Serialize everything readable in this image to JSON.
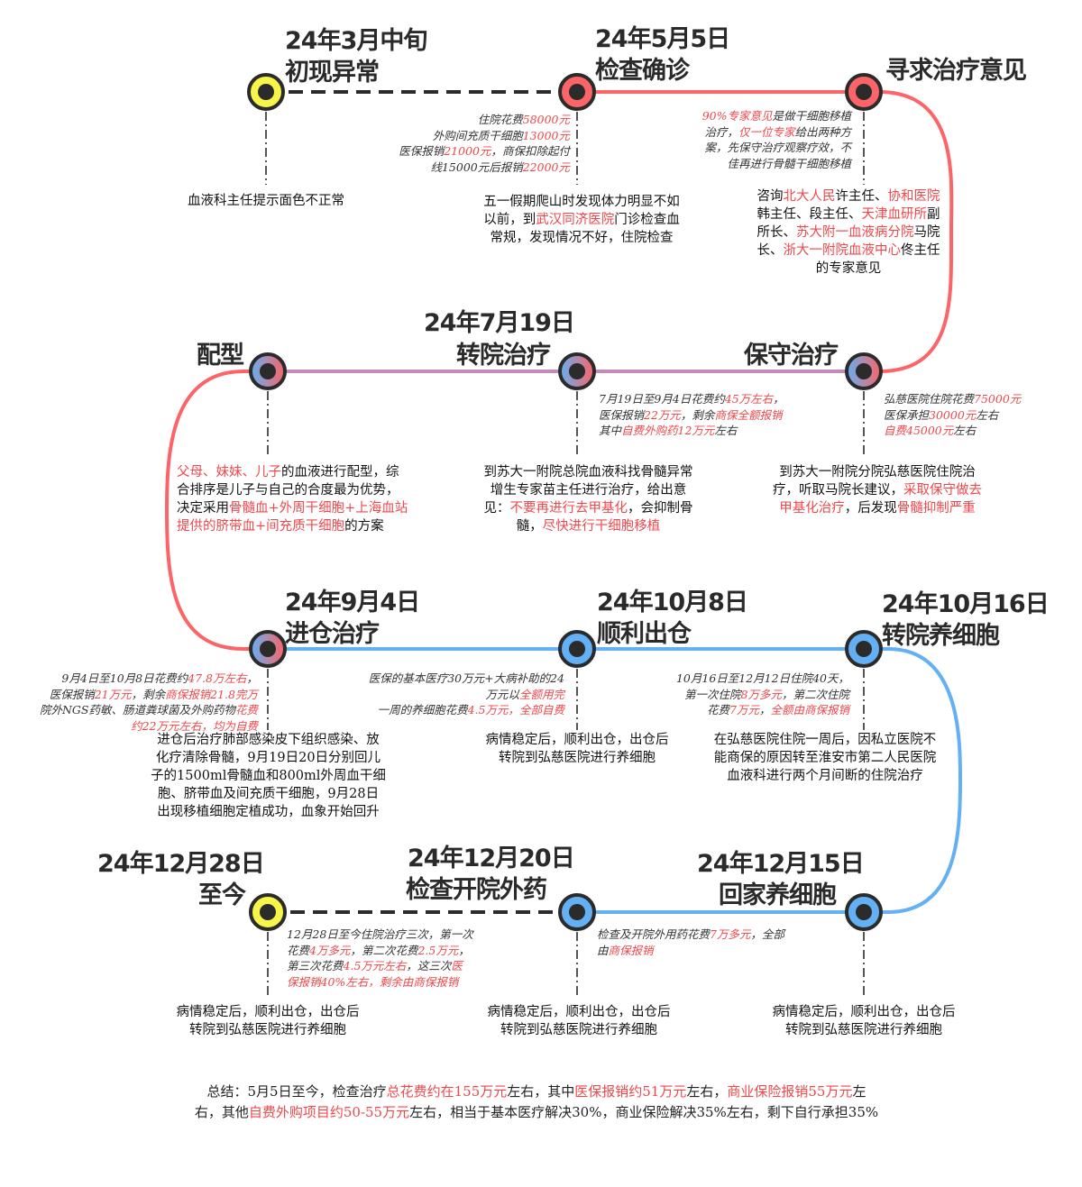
{
  "colors": {
    "red": "#fc6468",
    "blue": "#63b0f4",
    "mauve": "#c48ab8",
    "yellow": "#f7f44a",
    "dark": "#2b2b2b",
    "highlight": "#f0474b"
  },
  "milestones": [
    {
      "date": "24年3月中旬",
      "label": "初现异常",
      "node": "yellow",
      "note": [],
      "body": [
        {
          "t": "血液科主任提示面色不正常"
        }
      ]
    },
    {
      "date": "24年5月5日",
      "label": "检查确诊",
      "node": "red",
      "note": [
        {
          "t": "住院花费"
        },
        {
          "t": "58000元",
          "hl": 1
        },
        {
          "t": "\n外购间充质干细胞"
        },
        {
          "t": "13000元",
          "hl": 1
        },
        {
          "t": "\n医保报销"
        },
        {
          "t": "21000元",
          "hl": 1
        },
        {
          "t": "，商保扣除起付\n线15000元后报销"
        },
        {
          "t": "22000元",
          "hl": 1
        }
      ],
      "body": [
        {
          "t": "五一假期爬山时发现体力明显不如\n以前，到"
        },
        {
          "t": "武汉同济医院",
          "hl": 1
        },
        {
          "t": "门诊检查血\n常规，发现情况不好，住院检查"
        }
      ]
    },
    {
      "date": "",
      "label": "寻求治疗意见",
      "node": "red",
      "note": [
        {
          "t": "90%专家意见",
          "hl": 1
        },
        {
          "t": "是做干细胞移植\n治疗，"
        },
        {
          "t": "仅一位专家",
          "hl": 1
        },
        {
          "t": "给出两种方\n案，先保守治疗观察疗效，不\n佳再进行骨髓干细胞移植"
        }
      ],
      "body": [
        {
          "t": "咨询"
        },
        {
          "t": "北大人民",
          "hl": 1
        },
        {
          "t": "许主任、"
        },
        {
          "t": "协和医院",
          "hl": 1
        },
        {
          "t": "\n韩主任、段主任、"
        },
        {
          "t": "天津血研所",
          "hl": 1
        },
        {
          "t": "副\n所长、"
        },
        {
          "t": "苏大附一血液病分院",
          "hl": 1
        },
        {
          "t": "马院\n长、"
        },
        {
          "t": "浙大一附院血液中心",
          "hl": 1
        },
        {
          "t": "佟主任\n的专家意见"
        }
      ]
    },
    {
      "date": "",
      "label": "保守治疗",
      "node": "gradient",
      "note": [
        {
          "t": "弘慈医院住院花费"
        },
        {
          "t": "75000元",
          "hl": 1
        },
        {
          "t": "\n医保承担"
        },
        {
          "t": "30000元",
          "hl": 1
        },
        {
          "t": "左右\n"
        },
        {
          "t": "自费45000元",
          "hl": 1
        },
        {
          "t": "左右"
        }
      ],
      "body": [
        {
          "t": "到苏大一附院分院弘慈医院住院治\n疗，听取马院长建议，"
        },
        {
          "t": "采取保守做去\n甲基化治疗",
          "hl": 1
        },
        {
          "t": "，后发现"
        },
        {
          "t": "骨髓抑制严重",
          "hl": 1
        }
      ]
    },
    {
      "date": "24年7月19日",
      "label": "转院治疗",
      "node": "gradient",
      "note": [
        {
          "t": "7月19日至9月4日花费约"
        },
        {
          "t": "45万左右",
          "hl": 1
        },
        {
          "t": "，\n医保报销"
        },
        {
          "t": "22万元",
          "hl": 1
        },
        {
          "t": "，剩余"
        },
        {
          "t": "商保全额报销",
          "hl": 1
        },
        {
          "t": "\n其中"
        },
        {
          "t": "自费外购药12万元",
          "hl": 1
        },
        {
          "t": "左右"
        }
      ],
      "body": [
        {
          "t": "到苏大一附院总院血液科找骨髓异常\n增生专家苗主任进行治疗，给出意\n见："
        },
        {
          "t": "不要再进行去甲基化",
          "hl": 1
        },
        {
          "t": "，会抑制骨\n髓，"
        },
        {
          "t": "尽快进行干细胞移植",
          "hl": 1
        }
      ]
    },
    {
      "date": "",
      "label": "配型",
      "node": "gradient",
      "note": [],
      "body": [
        {
          "t": "父母、妹妹、儿子",
          "hl": 1
        },
        {
          "t": "的血液进行配型，综\n合排序是儿子与自己的合度最为优势，\n决定采用"
        },
        {
          "t": "骨髓血+外周干细胞+上海血站\n提供的脐带血+间充质干细胞",
          "hl": 1
        },
        {
          "t": "的方案"
        }
      ]
    },
    {
      "date": "24年9月4日",
      "label": "进仓治疗",
      "node": "gradient",
      "note": [
        {
          "t": "9月4日至10月8日花费约"
        },
        {
          "t": "47.8万左右",
          "hl": 1
        },
        {
          "t": "，\n医保报销"
        },
        {
          "t": "21万元",
          "hl": 1
        },
        {
          "t": "，剩余"
        },
        {
          "t": "商保报销21.8完万",
          "hl": 1
        },
        {
          "t": "\n院外NGS药敏、肠道粪球菌及外购药物"
        },
        {
          "t": "花费\n约22万元左右，均为自费",
          "hl": 1
        }
      ],
      "body": [
        {
          "t": "进仓后治疗肺部感染皮下组织感染、放\n化疗清除骨髓，9月19日20日分别回儿\n子的1500ml骨髓血和800ml外周血干细\n胞、脐带血及间充质干细胞，9月28日\n出现移植细胞定植成功，血象开始回升"
        }
      ]
    },
    {
      "date": "24年10月8日",
      "label": "顺利出仓",
      "node": "blue",
      "note": [
        {
          "t": "医保的基本医疗30万元+大病补助的24\n万元以"
        },
        {
          "t": "全额用完",
          "hl": 1
        },
        {
          "t": "\n一周的养细胞花费"
        },
        {
          "t": "4.5万元，全部自费",
          "hl": 1
        }
      ],
      "body": [
        {
          "t": "病情稳定后，顺利出仓，出仓后\n转院到弘慈医院进行养细胞"
        }
      ]
    },
    {
      "date": "24年10月16日",
      "label": "转院养细胞",
      "node": "blue",
      "note": [
        {
          "t": "10月16日至12月12日住院40天，\n第一次住院"
        },
        {
          "t": "8万多元",
          "hl": 1
        },
        {
          "t": "，第二次住院\n花费"
        },
        {
          "t": "7万元",
          "hl": 1
        },
        {
          "t": "，"
        },
        {
          "t": "全额由商保报销",
          "hl": 1
        }
      ],
      "body": [
        {
          "t": "在弘慈医院住院一周后，因私立医院不\n能商保的原因转至淮安市第二人民医院\n血液科进行两个月间断的住院治疗"
        }
      ]
    },
    {
      "date": "24年12月15日",
      "label": "回家养细胞",
      "node": "blue",
      "note": [],
      "body": [
        {
          "t": "病情稳定后，顺利出仓，出仓后\n转院到弘慈医院进行养细胞"
        }
      ]
    },
    {
      "date": "24年12月20日",
      "label": "检查开院外药",
      "node": "blue",
      "note": [
        {
          "t": "检查及开院外用药花费"
        },
        {
          "t": "7万多元",
          "hl": 1
        },
        {
          "t": "，全部\n由"
        },
        {
          "t": "商保报销",
          "hl": 1
        }
      ],
      "body": [
        {
          "t": "病情稳定后，顺利出仓，出仓后\n转院到弘慈医院进行养细胞"
        }
      ]
    },
    {
      "date": "24年12月28日",
      "label": "至今",
      "node": "yellow",
      "note": [
        {
          "t": "12月28日至今住院治疗三次，第一次\n花费"
        },
        {
          "t": "4万多元",
          "hl": 1
        },
        {
          "t": "，第二次花费"
        },
        {
          "t": "2.5万元",
          "hl": 1
        },
        {
          "t": "，\n第三次花费"
        },
        {
          "t": "4.5万元左右",
          "hl": 1
        },
        {
          "t": "，这三次"
        },
        {
          "t": "医\n保报销40%左右，剩余由商保报销",
          "hl": 1
        }
      ],
      "body": [
        {
          "t": "病情稳定后，顺利出仓，出仓后\n转院到弘慈医院进行养细胞"
        }
      ]
    }
  ],
  "summary": [
    {
      "t": "总结：5月5日至今，检查治疗"
    },
    {
      "t": "总花费约在155万元",
      "hl": 1
    },
    {
      "t": "左右，其中"
    },
    {
      "t": "医保报销约51万元",
      "hl": 1
    },
    {
      "t": "左右，"
    },
    {
      "t": "商业保险报销55万元",
      "hl": 1
    },
    {
      "t": "左\n右，其他"
    },
    {
      "t": "自费外购项目约50-55万元",
      "hl": 1
    },
    {
      "t": "左右，相当于基本医疗解决30%，商业保险解决35%左右，剩下自行承担35%"
    }
  ]
}
